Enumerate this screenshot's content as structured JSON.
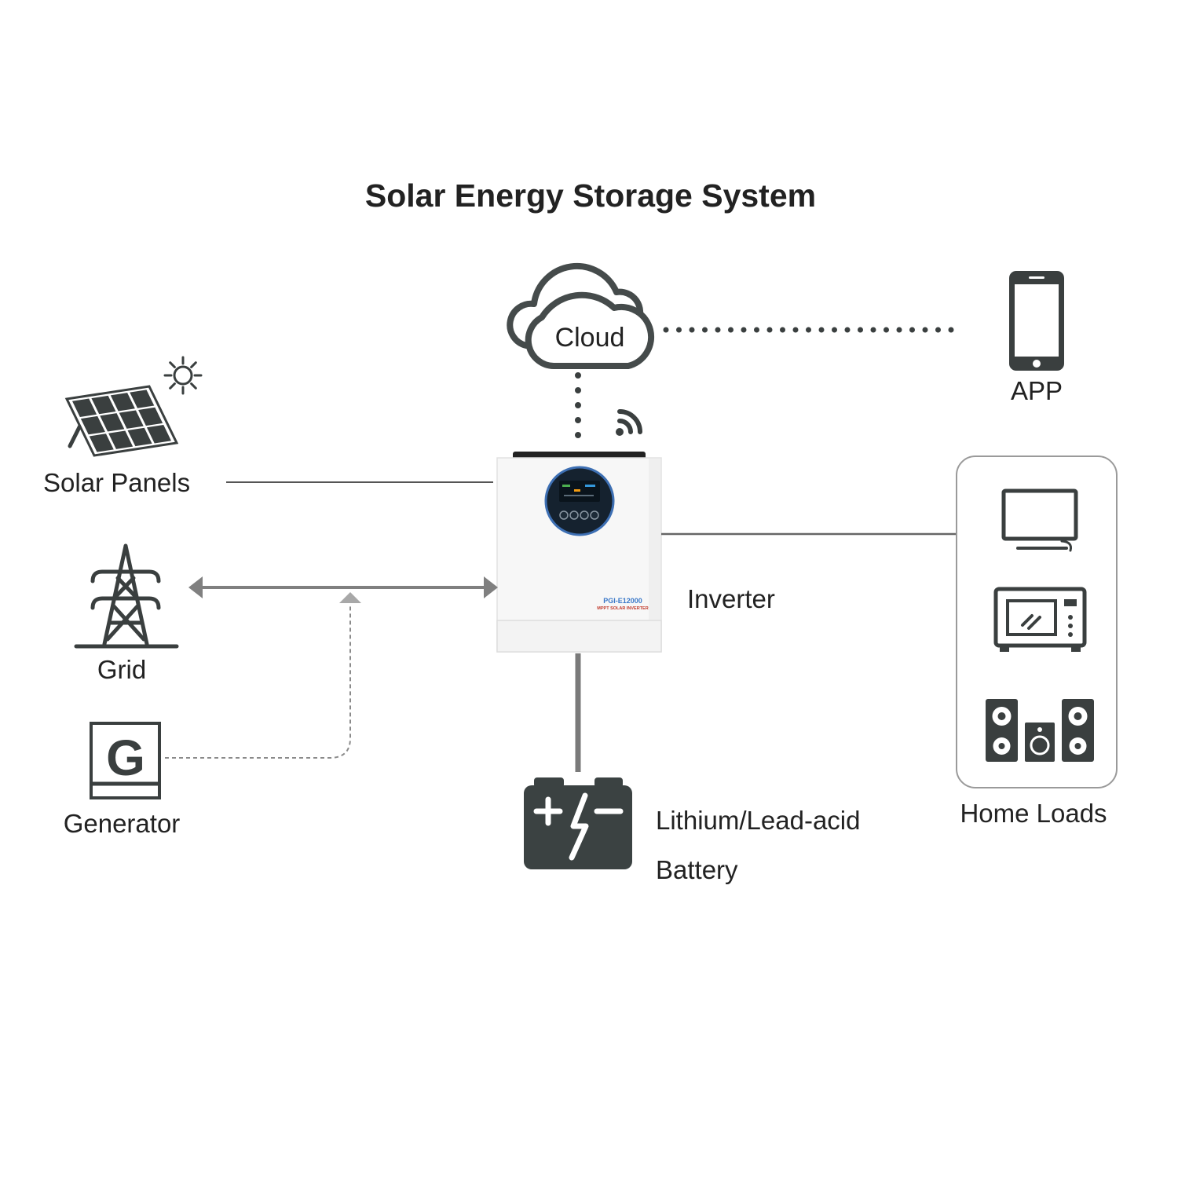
{
  "title": "Solar Energy Storage System",
  "nodes": {
    "cloud": {
      "label": "Cloud",
      "icon": "cloud-icon"
    },
    "app": {
      "label": "APP",
      "icon": "smartphone-icon"
    },
    "solar_panels": {
      "label": "Solar Panels",
      "icon": "solar-panel-icon"
    },
    "inverter": {
      "label": "Inverter",
      "model": "PGI-E12000",
      "subtitle": "MPPT SOLAR INVERTER",
      "icon": "inverter-icon"
    },
    "grid": {
      "label": "Grid",
      "icon": "power-tower-icon"
    },
    "generator": {
      "label": "Generator",
      "icon_letter": "G",
      "icon": "generator-icon"
    },
    "battery": {
      "label_line1": "Lithium/Lead-acid",
      "label_line2": "Battery",
      "icon": "battery-icon"
    },
    "home_loads": {
      "label": "Home Loads",
      "icons": [
        "tv-icon",
        "microwave-icon",
        "speakers-icon"
      ]
    }
  },
  "connections": [
    {
      "from": "cloud",
      "to": "app",
      "style": "dotted"
    },
    {
      "from": "inverter",
      "to": "cloud",
      "style": "dotted"
    },
    {
      "from": "solar_panels",
      "to": "inverter",
      "style": "solid"
    },
    {
      "from": "grid",
      "to": "inverter",
      "style": "double-arrow"
    },
    {
      "from": "generator",
      "to": "grid-inverter-line",
      "style": "dashed"
    },
    {
      "from": "inverter",
      "to": "battery",
      "style": "solid"
    },
    {
      "from": "inverter",
      "to": "home_loads",
      "style": "solid"
    }
  ],
  "colors": {
    "icon": "#3a3f3f",
    "line": "#777777",
    "text": "#222222",
    "battery": "#3b4242",
    "model_text": "#3a78c8"
  }
}
